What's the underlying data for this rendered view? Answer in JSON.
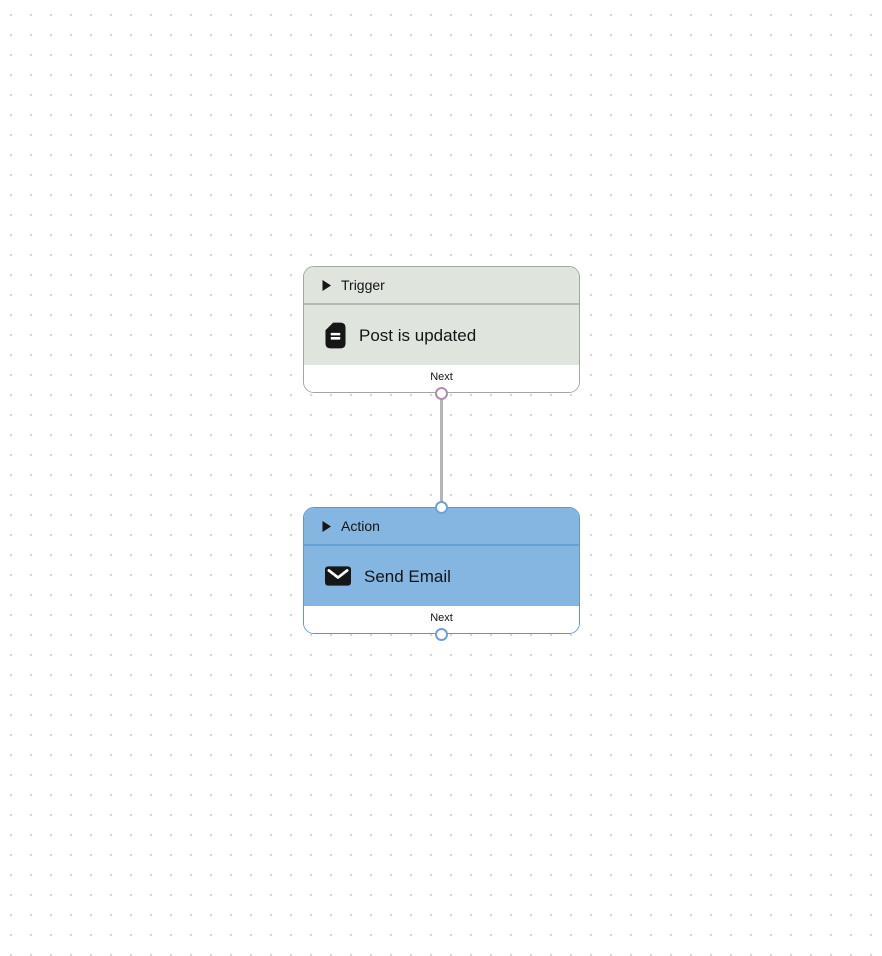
{
  "canvas": {
    "background": "#ffffff",
    "dot_color": "#d8d8d8"
  },
  "edge": {
    "color": "#b5b5b5"
  },
  "nodes": [
    {
      "kind": "Trigger",
      "title": "Post is updated",
      "next_label": "Next",
      "icon": "document-icon",
      "colors": {
        "fill": "#dfe4dd",
        "border": "#a2a8a1",
        "divider": "#b5bbb3",
        "port": "#b48cba"
      }
    },
    {
      "kind": "Action",
      "title": "Send Email",
      "next_label": "Next",
      "icon": "email-icon",
      "colors": {
        "fill": "#85b6e1",
        "border": "#5e97cb",
        "divider": "#68a0d4",
        "port": "#6ea2d7"
      }
    }
  ]
}
